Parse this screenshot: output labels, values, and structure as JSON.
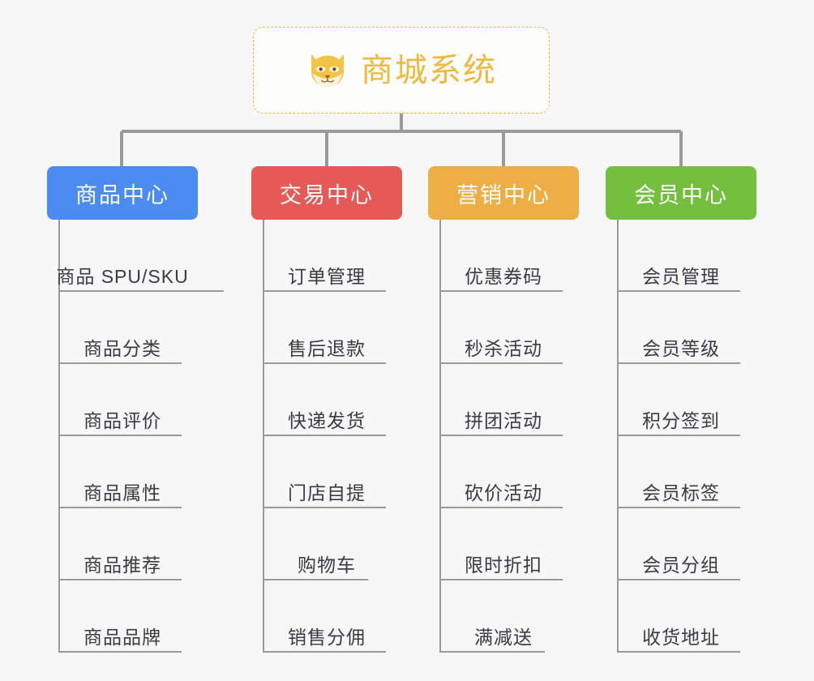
{
  "root": {
    "title": "商城系统",
    "icon": "shiba-dog-icon",
    "border_color": "#e8b84b",
    "text_color": "#f0b93e",
    "background": "#fdfdfc"
  },
  "canvas": {
    "background": "#f7f7f7",
    "connector_color": "#9a9a9a"
  },
  "columns": [
    {
      "title": "商品中心",
      "color": "#4a8cf0",
      "items": [
        {
          "label": "商品 SPU/SKU",
          "rule_width": 204
        },
        {
          "label": "商品分类",
          "rule_width": 152
        },
        {
          "label": "商品评价",
          "rule_width": 152
        },
        {
          "label": "商品属性",
          "rule_width": 152
        },
        {
          "label": "商品推荐",
          "rule_width": 152
        },
        {
          "label": "商品品牌",
          "rule_width": 152
        }
      ]
    },
    {
      "title": "交易中心",
      "color": "#e55a56",
      "items": [
        {
          "label": "订单管理",
          "rule_width": 152
        },
        {
          "label": "售后退款",
          "rule_width": 152
        },
        {
          "label": "快递发货",
          "rule_width": 152
        },
        {
          "label": "门店自提",
          "rule_width": 152
        },
        {
          "label": "购物车",
          "rule_width": 130
        },
        {
          "label": "销售分佣",
          "rule_width": 152
        }
      ]
    },
    {
      "title": "营销中心",
      "color": "#edae45",
      "items": [
        {
          "label": "优惠券码",
          "rule_width": 152
        },
        {
          "label": "秒杀活动",
          "rule_width": 152
        },
        {
          "label": "拼团活动",
          "rule_width": 152
        },
        {
          "label": "砍价活动",
          "rule_width": 152
        },
        {
          "label": "限时折扣",
          "rule_width": 152
        },
        {
          "label": "满减送",
          "rule_width": 130
        }
      ]
    },
    {
      "title": "会员中心",
      "color": "#74c03e",
      "items": [
        {
          "label": "会员管理",
          "rule_width": 152
        },
        {
          "label": "会员等级",
          "rule_width": 152
        },
        {
          "label": "积分签到",
          "rule_width": 152
        },
        {
          "label": "会员标签",
          "rule_width": 152
        },
        {
          "label": "会员分组",
          "rule_width": 152
        },
        {
          "label": "收货地址",
          "rule_width": 152
        }
      ]
    }
  ]
}
